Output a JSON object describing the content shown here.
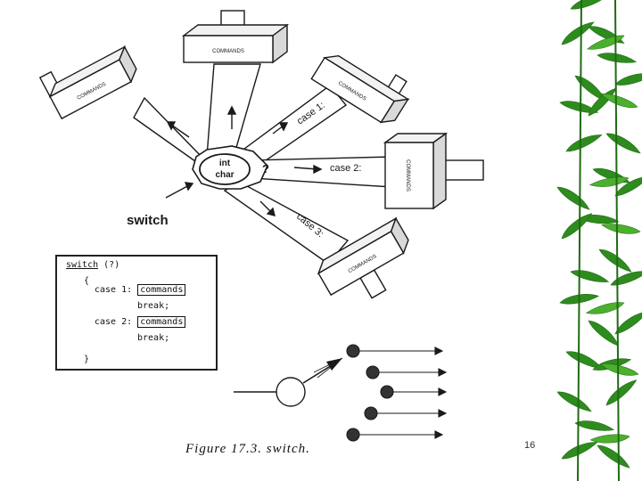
{
  "diagram": {
    "commands_label": "COMMANDS",
    "center_label_line1": "int",
    "center_label_line2": "char",
    "question_mark": "?",
    "switch_label": "switch",
    "case1_label": "case 1:",
    "case2_label": "case 2:",
    "case3_label": "case 3:"
  },
  "code": {
    "line_switch_keyword": "switch",
    "line_switch_rest": "(?)",
    "open_brace": "{",
    "case1": "case 1:",
    "commands1": "commands",
    "break1": "break;",
    "case2": "case 2:",
    "commands2": "commands",
    "break2": "break;",
    "close_brace": "}"
  },
  "caption": "Figure 17.3. switch.",
  "slide_number": "16",
  "colors": {
    "ink": "#1a1a1a",
    "leaf_dark": "#1f6b12",
    "leaf_mid": "#2e8b1e",
    "leaf_light": "#4caf2e"
  }
}
